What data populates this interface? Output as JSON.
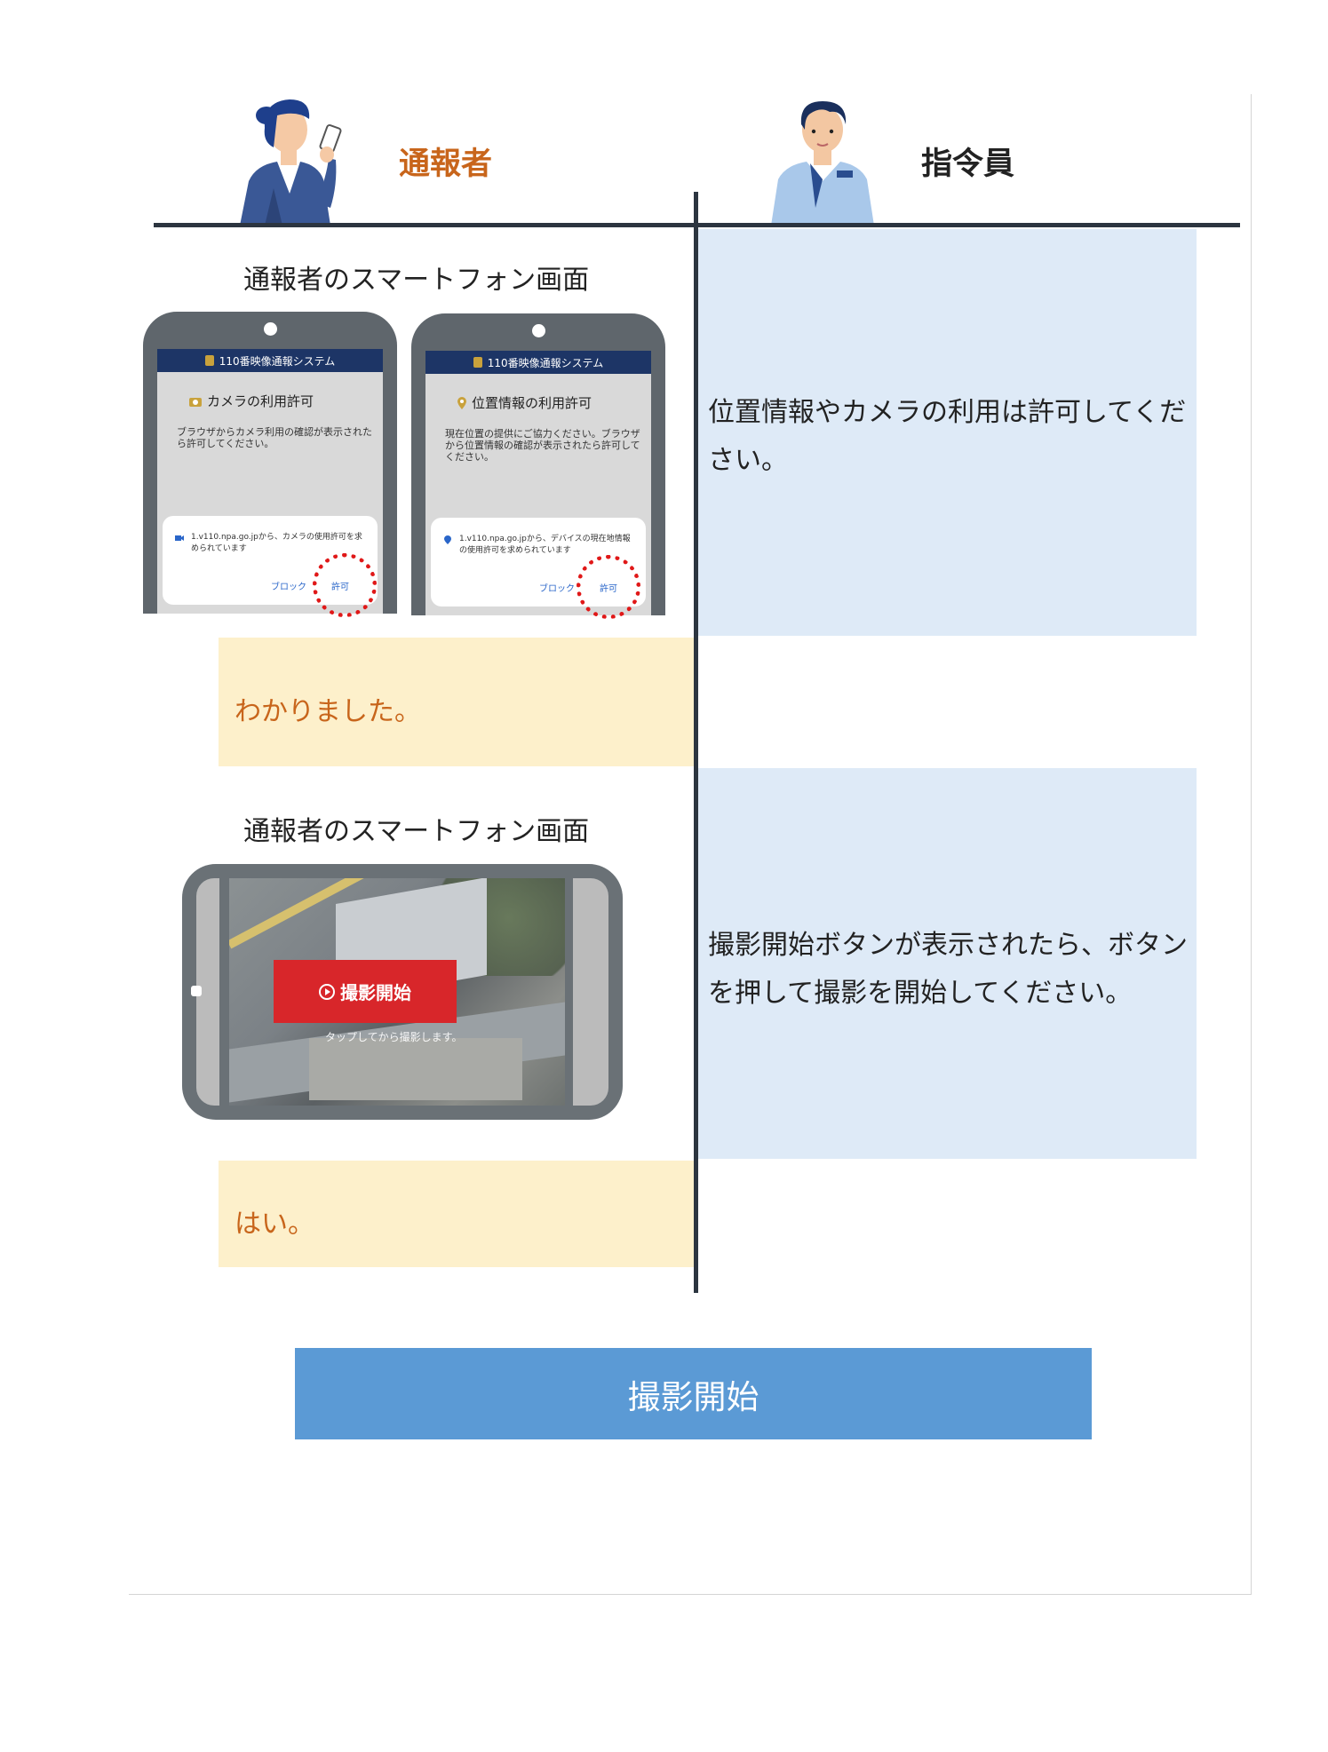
{
  "header": {
    "reporter_label": "通報者",
    "dispatcher_label": "指令員"
  },
  "section1": {
    "title": "通報者のスマートフォン画面",
    "phones": [
      {
        "app_title": "110番映像通報システム",
        "screen_title": "カメラの利用許可",
        "screen_body": "ブラウザからカメラ利用の確認が表示されたら許可してください。",
        "dialog_text": "1.v110.npa.go.jpから、カメラの使用許可を求められています",
        "block_label": "ブロック",
        "allow_label": "許可"
      },
      {
        "app_title": "110番映像通報システム",
        "screen_title": "位置情報の利用許可",
        "screen_body": "現在位置の提供にご協力ください。ブラウザから位置情報の確認が表示されたら許可してください。",
        "dialog_text": "1.v110.npa.go.jpから、デバイスの現在地情報の使用許可を求められています",
        "block_label": "ブロック",
        "allow_label": "許可"
      }
    ],
    "dispatcher_message": "位置情報やカメラの利用は許可してください。",
    "reporter_reply": "わかりました。"
  },
  "section2": {
    "title": "通報者のスマートフォン画面",
    "record_button_label": "撮影開始",
    "video_caption": "タップしてから撮影します。",
    "dispatcher_message": "撮影開始ボタンが表示されたら、ボタンを押して撮影を開始してください。",
    "reporter_reply": "はい。"
  },
  "main_button_label": "撮影開始",
  "colors": {
    "accent_orange": "#c8651b",
    "panel_blue": "#deeaf7",
    "panel_yellow": "#fdf0cb",
    "button_blue": "#5b9ad5",
    "record_red": "#d8262a"
  }
}
